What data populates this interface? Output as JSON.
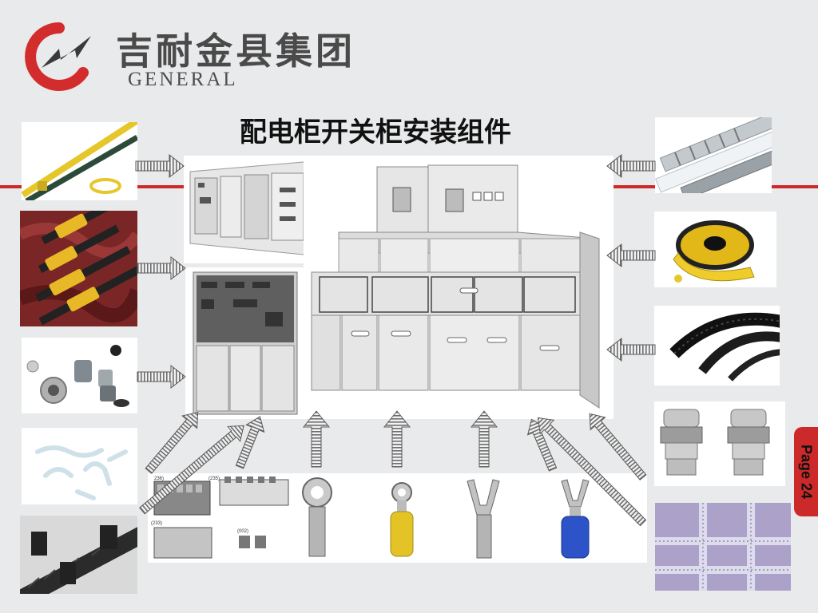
{
  "brand": {
    "name_cn": "吉耐金县集团",
    "name_en": "GENERAL"
  },
  "title": "配电柜开关柜安装组件",
  "page_label": "Page 24",
  "colors": {
    "accent": "#cc2a2a",
    "background": "#e9eaeb",
    "arrow": "#7c7c7c"
  },
  "terminal_labels": [
    "236)",
    "(235)",
    "(233)",
    "(002)"
  ],
  "images": {
    "left": [
      "cable-tie",
      "cable-sleeve-marker",
      "cable-gland-set",
      "cable-clip",
      "conduit-clamp"
    ],
    "right": [
      "wiring-duct",
      "marker-roll",
      "corrugated-conduit",
      "metal-cable-gland",
      "metal-hose"
    ],
    "bottom": [
      "terminal-blocks",
      "ring-terminal",
      "insulated-ring-terminal",
      "fork-terminal",
      "insulated-fork-terminal"
    ],
    "center": [
      "switchgear-lineup",
      "distribution-cabinet",
      "medium-voltage-switchgear"
    ]
  }
}
